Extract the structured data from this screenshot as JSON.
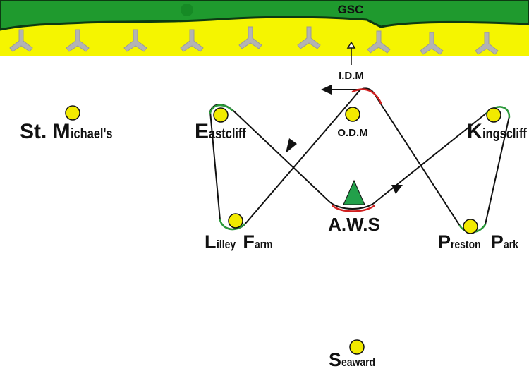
{
  "diagram": {
    "coast_label": "GSC",
    "markers": {
      "idm": "I.D.M",
      "odm": "O.D.M",
      "aws": "A.W.S"
    },
    "stations": [
      {
        "initial": "St. M",
        "rest": "ichael's"
      },
      {
        "initial": "E",
        "rest": "astcliff"
      },
      {
        "initial": "K",
        "rest": "ingscliff"
      },
      {
        "initial": "L",
        "rest": "illey "
      },
      {
        "initial": "F",
        "rest": "arm"
      },
      {
        "initial": "P",
        "rest": "reston "
      },
      {
        "initial": "P",
        "rest": "ark"
      },
      {
        "initial": "S",
        "rest": "eaward"
      }
    ],
    "colors": {
      "land": "#1f9a2e",
      "beach": "#f5f500",
      "station": "#f2ea00",
      "track": "#111111",
      "highlight_green": "#2a9a3a",
      "highlight_red": "#d02020",
      "aws_marker": "#22a04a",
      "windmill": "#b3b3b3"
    }
  }
}
